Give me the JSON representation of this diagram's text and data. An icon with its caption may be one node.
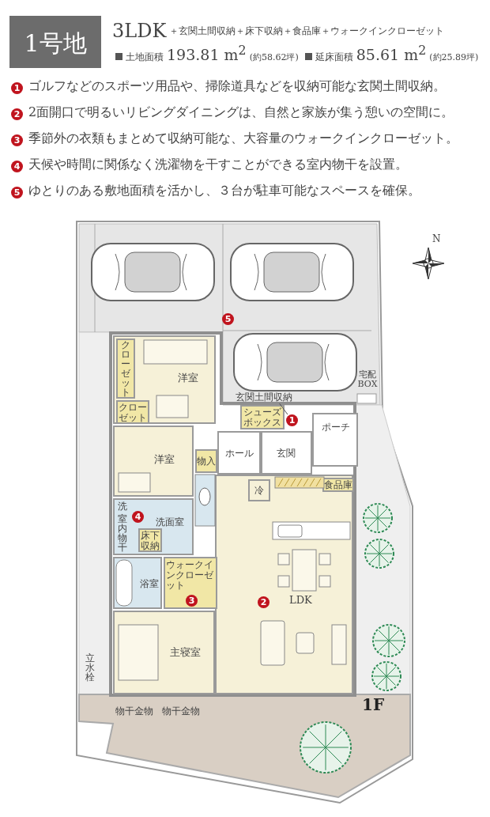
{
  "diagram": {
    "title": "1号地",
    "nodes": [
      {
        "text": [
          "1"
        ]
      },
      {
        "text": [
          "2"
        ]
      },
      {
        "text": [
          "3"
        ]
      },
      {
        "text": [
          "4"
        ]
      },
      {
        "text": [
          "5"
        ]
      },
      {
        "text": [
          "5"
        ]
      },
      {
        "text": [
          "洋室"
        ]
      },
      {
        "text": [
          "クローゼット"
        ],
        "in": 6
      },
      {
        "text": [
          "クローゼット"
        ],
        "in": 6
      },
      {
        "text": [
          "玄関土間収納"
        ]
      },
      {
        "text": [
          "シューズボックス"
        ]
      },
      {
        "text": [
          "1"
        ]
      },
      {
        "text": [
          "ポーチ"
        ]
      },
      {
        "text": [
          "洋室"
        ]
      },
      {
        "text": [
          "物入"
        ]
      },
      {
        "text": [
          "ホール"
        ]
      },
      {
        "text": [
          "玄関"
        ]
      },
      {
        "text": [
          "LDK"
        ]
      },
      {
        "text": [
          "冷"
        ],
        "in": 17
      },
      {
        "text": [
          "食品庫"
        ],
        "in": 17
      },
      {
        "text": [
          "2"
        ],
        "in": 17
      },
      {
        "text": [
          "洗",
          "室内物干",
          "洗面室"
        ]
      },
      {
        "text": [
          "4"
        ],
        "in": 21
      },
      {
        "text": [
          "床下収納"
        ],
        "in": 21
      },
      {
        "text": [
          "浴室"
        ]
      },
      {
        "text": [
          "ウォークインクローゼット"
        ]
      },
      {
        "text": [
          "3"
        ],
        "in": 25
      },
      {
        "text": [
          "主寝室"
        ]
      }
    ],
    "edges": [
      {
        "from": 9,
        "to": 11,
        "arrow": "none"
      }
    ],
    "labels": [
      "3LDK",
      "＋玄関土間収納＋床下収納＋食品庫＋ウォークインクローゼット",
      "土地面積",
      "193.81 m$^{2}$",
      "(約58.62坪)",
      "延床面積",
      "85.61 m$^{2}$",
      "(約25.89坪)",
      "ゴルフなどのスポーツ用品や、掃除道具などを収納可能な玄関土間収納。",
      "2面開口で明るいリビングダイニングは、自然と家族が集う憩いの空間に。",
      "季節外の衣類もまとめて収納可能な、大容量のウォークインクローゼット。",
      "天候や時間に関係なく洗濯物を干すことができる室内物干を設置。",
      "ゆとりのある敷地面積を活かし、３台が駐車可能なスペースを確保。",
      "N",
      "宅配BOX",
      "立水栓",
      "物干金物",
      "物干金物",
      "1F"
    ]
  }
}
